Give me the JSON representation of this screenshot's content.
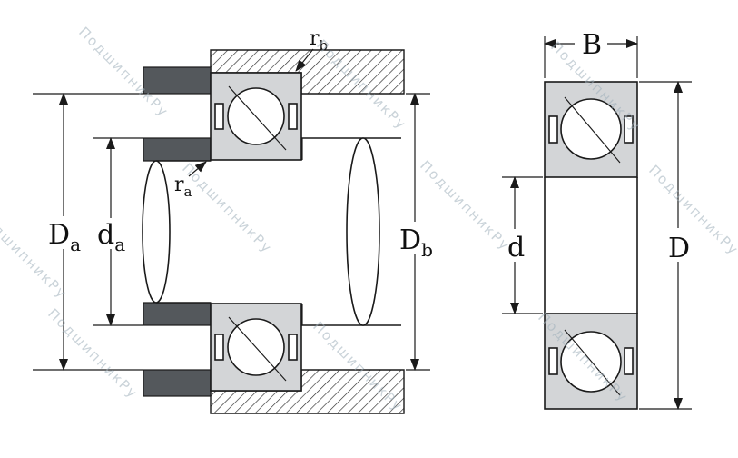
{
  "watermark": "ПодшипникРу",
  "left_view": {
    "labels": {
      "Da": {
        "base": "D",
        "sub": "a"
      },
      "da": {
        "base": "d",
        "sub": "a"
      },
      "ra": {
        "base": "r",
        "sub": "a"
      },
      "rb": {
        "base": "r",
        "sub": "b"
      },
      "Db": {
        "base": "D",
        "sub": "b"
      }
    }
  },
  "right_view": {
    "labels": {
      "B": "B",
      "d": "d",
      "D": "D"
    }
  }
}
